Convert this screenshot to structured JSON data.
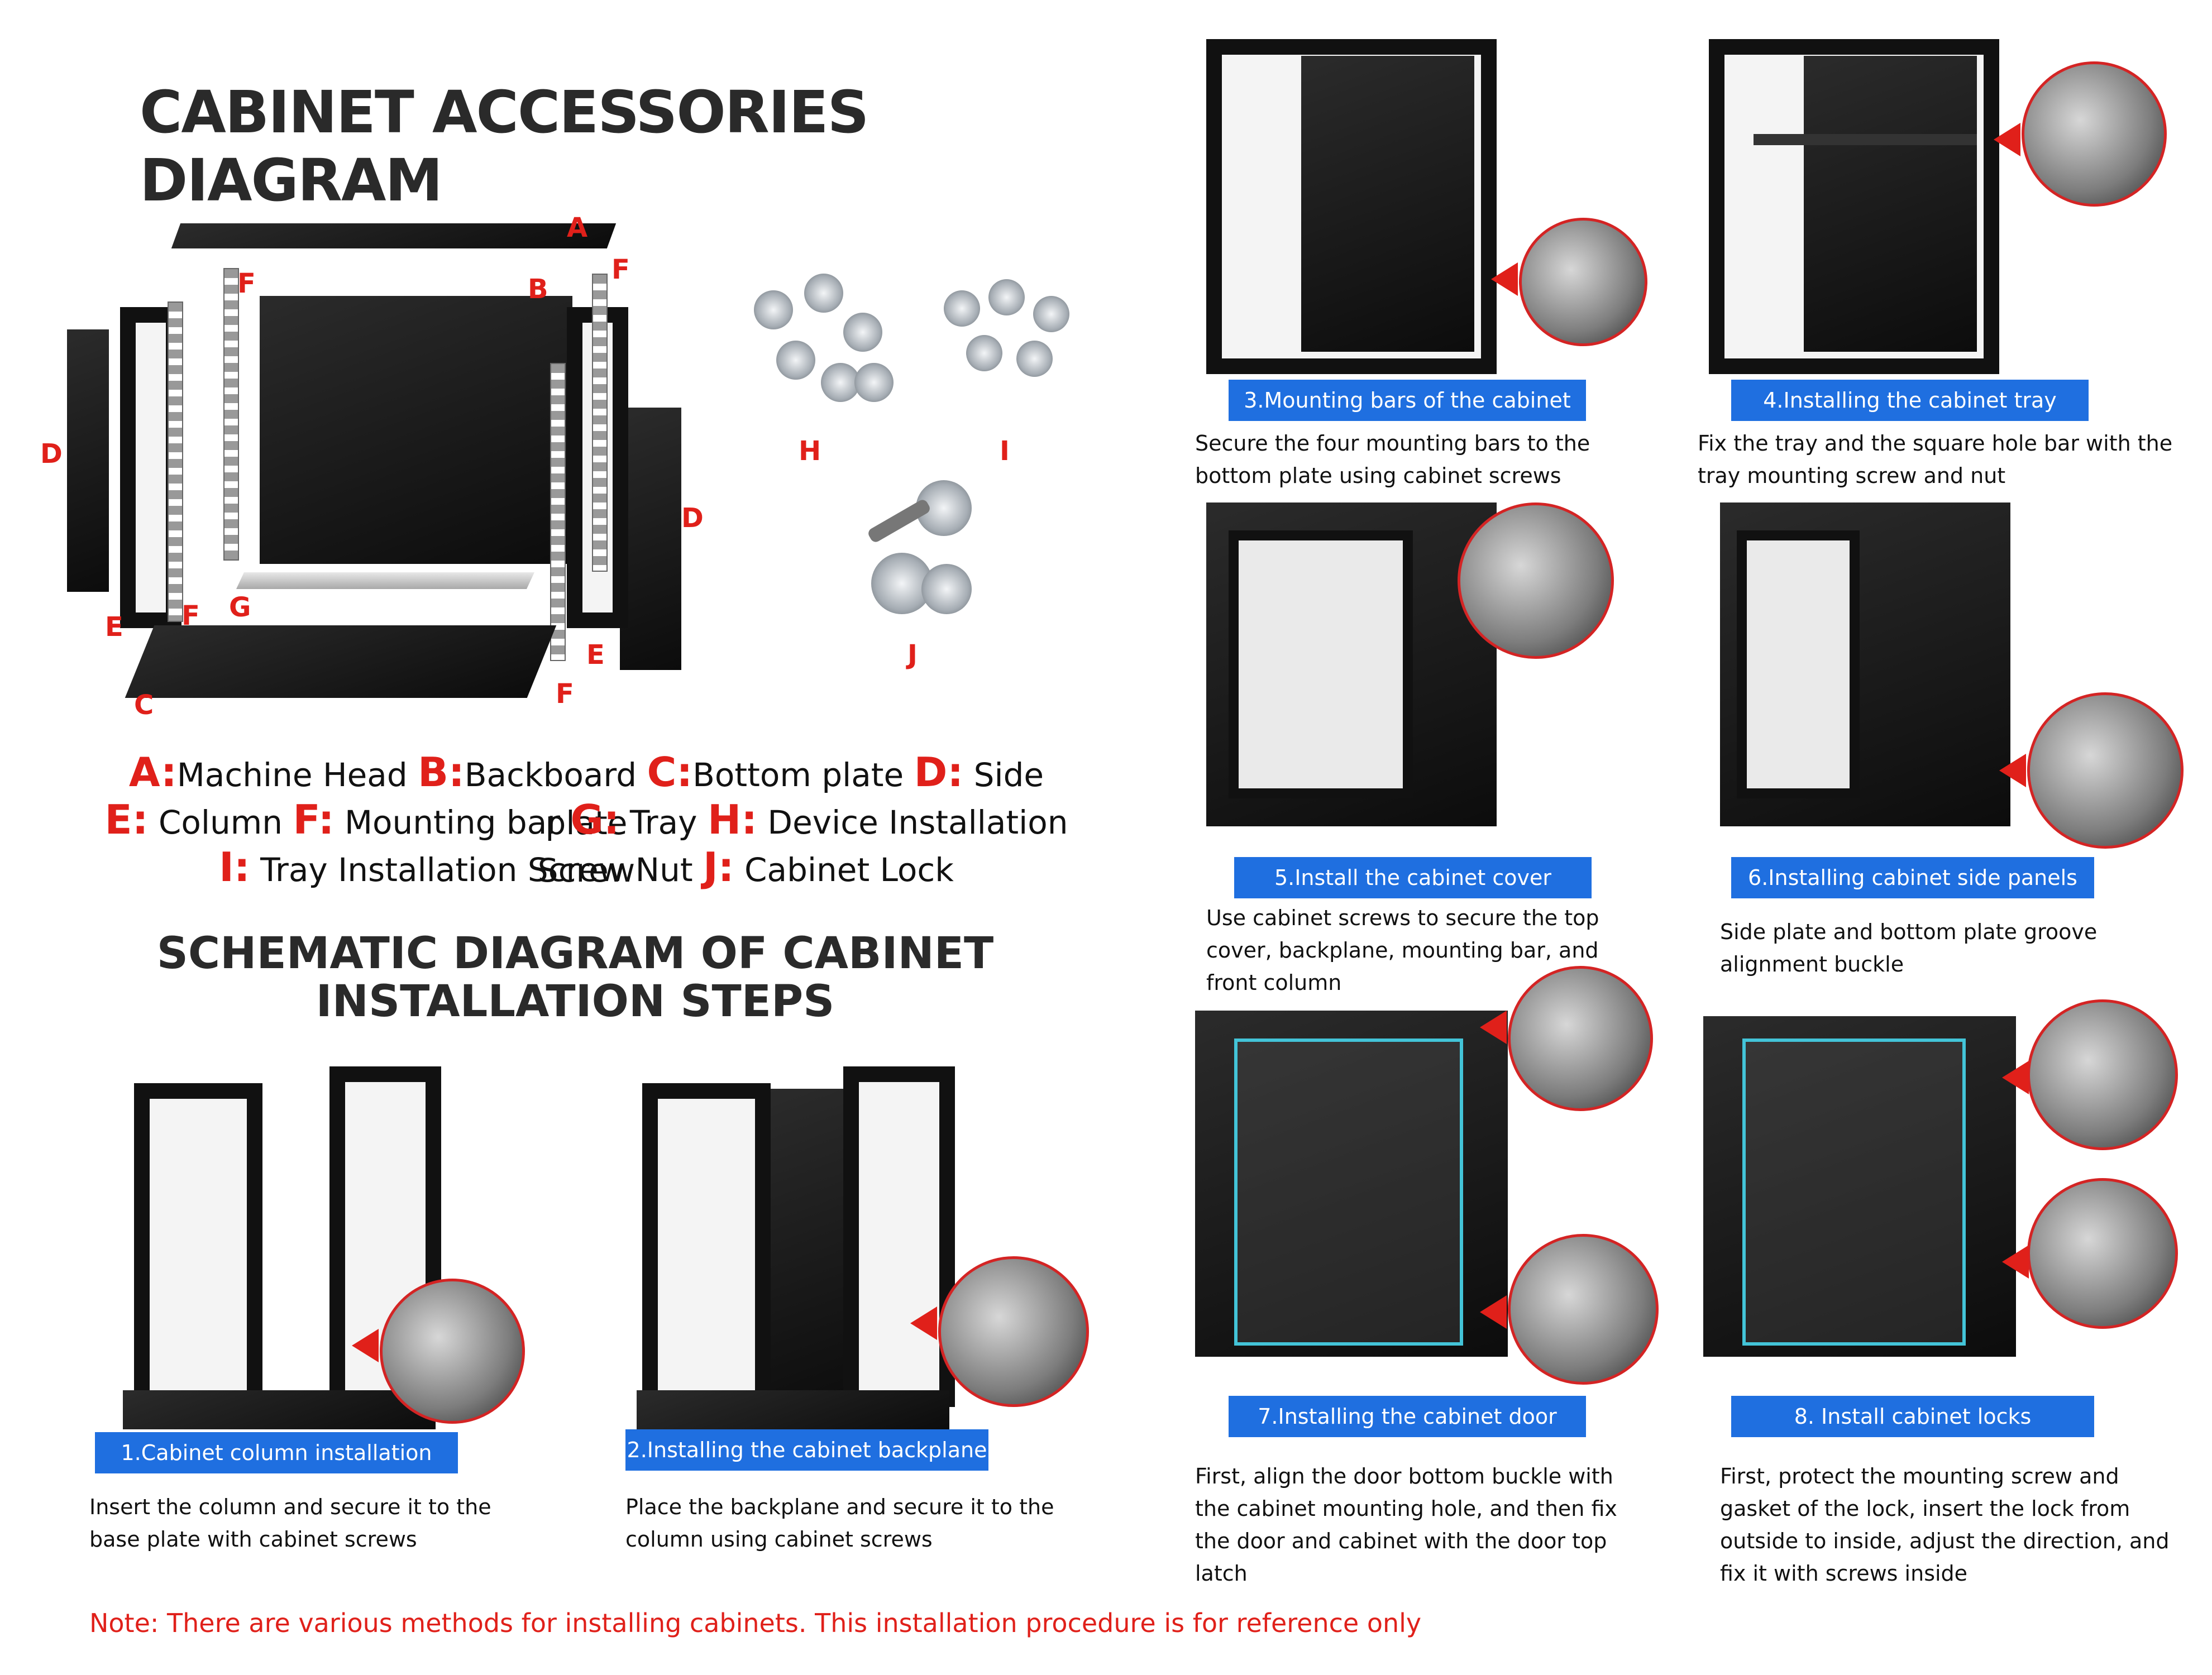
{
  "accessories": {
    "title": "CABINET ACCESSORIES DIAGRAM",
    "part_labels": {
      "a": "A",
      "b": "B",
      "c": "C",
      "d1": "D",
      "d2": "D",
      "e1": "E",
      "e2": "E",
      "f1": "F",
      "f2": "F",
      "f3": "F",
      "f4": "F",
      "g": "G",
      "h": "H",
      "i": "I",
      "j": "J"
    },
    "legend": [
      {
        "k": "A:",
        "t": "Machine Head "
      },
      {
        "k": "B:",
        "t": "Backboard "
      },
      {
        "k": "C:",
        "t": "Bottom plate "
      },
      {
        "k": "D:",
        "t": " Side plate"
      },
      {
        "k": "E:",
        "t": " Column "
      },
      {
        "k": "F:",
        "t": " Mounting bar "
      },
      {
        "k": "G:",
        "t": " Tray "
      },
      {
        "k": "H:",
        "t": " Device Installation Screw"
      },
      {
        "k": "I:",
        "t": " Tray Installation Screw Nut "
      },
      {
        "k": "J:",
        "t": " Cabinet Lock"
      }
    ]
  },
  "schematic": {
    "title_line1": "SCHEMATIC DIAGRAM OF CABINET",
    "title_line2": "INSTALLATION STEPS"
  },
  "steps": [
    {
      "label": "1.Cabinet column installation",
      "desc": "Insert the column and secure it to the base plate with cabinet screws"
    },
    {
      "label": "2.Installing the cabinet backplane",
      "desc": "Place the backplane and secure it to the column using cabinet screws"
    },
    {
      "label": "3.Mounting bars of the cabinet",
      "desc": "Secure the four mounting bars to the bottom plate using cabinet screws"
    },
    {
      "label": "4.Installing the cabinet tray",
      "desc": "Fix the tray and the square hole bar with the tray mounting screw and nut"
    },
    {
      "label": "5.Install the cabinet cover",
      "desc": "Use cabinet screws to secure the top cover, backplane, mounting bar, and front column"
    },
    {
      "label": "6.Installing cabinet side panels",
      "desc": "Side plate and bottom plate groove alignment buckle"
    },
    {
      "label": "7.Installing the cabinet door",
      "desc": "First, align the door bottom buckle with the cabinet mounting hole, and then fix the door and cabinet with the door top latch"
    },
    {
      "label": "8. Install cabinet locks",
      "desc": "First, protect the mounting screw and gasket of the lock, insert the lock from outside to inside, adjust the direction, and fix it with screws inside"
    }
  ],
  "note": "Note: There are various methods for installing cabinets. This installation procedure is for reference only"
}
